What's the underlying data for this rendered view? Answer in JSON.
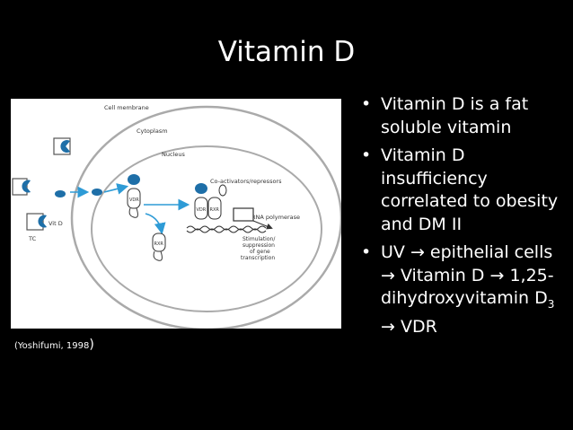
{
  "title": "Vitamin D",
  "bullets": [
    "Vitamin D is a fat soluble vitamin",
    "Vitamin D insufficiency correlated to obesity and DM II"
  ],
  "bullet3": {
    "part1": "UV",
    "arrow": "→",
    "part2": "epithelial cells",
    "part3": "Vitamin D",
    "part4": "1,25-dihydroxyvitamin D",
    "sub": "3",
    "part5": "VDR"
  },
  "citation": {
    "text": "(Yoshifumi, 1998",
    "close": ")"
  },
  "diagram": {
    "cell_membrane": "Cell membrane",
    "cytoplasm": "Cytoplasm",
    "nucleus": "Nucleus",
    "coactivators": "Co-activators/repressors",
    "rna_polymerase": "RNA polymerase",
    "vit_d": "Vit D",
    "tc": "TC",
    "vdr": "VDR",
    "rxr": "RXR",
    "stimulation": [
      "Stimulation/",
      "suppression",
      "of gene",
      "transcription"
    ]
  },
  "colors": {
    "accent": "#2e9bd6",
    "background": "#000000",
    "text": "#ffffff"
  }
}
